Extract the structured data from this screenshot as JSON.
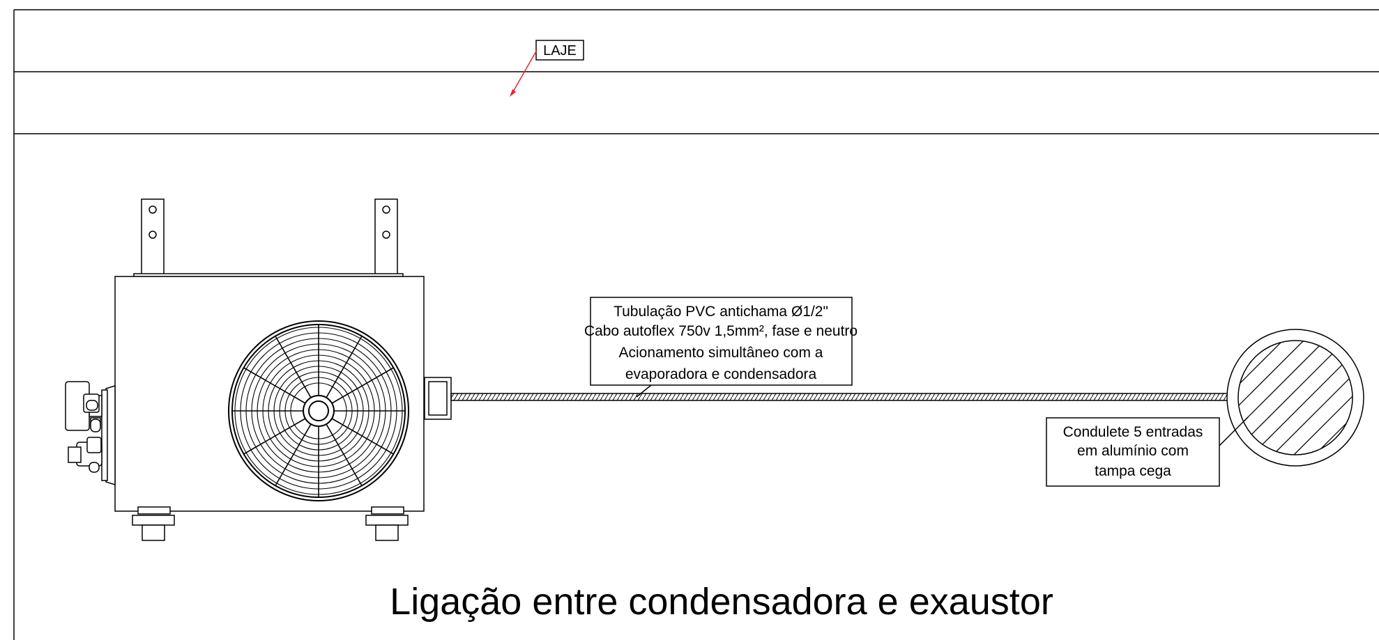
{
  "annotations": {
    "laje": "LAJE",
    "pipe_line_1": "Tubulação PVC antichama Ø1/2\"",
    "pipe_line_2": "Cabo autoflex 750v 1,5mm², fase e neutro",
    "pipe_line_3": "Acionamento simultâneo com a",
    "pipe_line_4": "evaporadora e condensadora",
    "conduit_line_1": "Condulete 5 entradas",
    "conduit_line_2": "em alumínio com",
    "conduit_line_3": "tampa cega"
  },
  "title": "Ligação entre condensadora e exaustor",
  "colors": {
    "line": "#000000",
    "leader_red": "#e8262a",
    "background": "#ffffff"
  }
}
